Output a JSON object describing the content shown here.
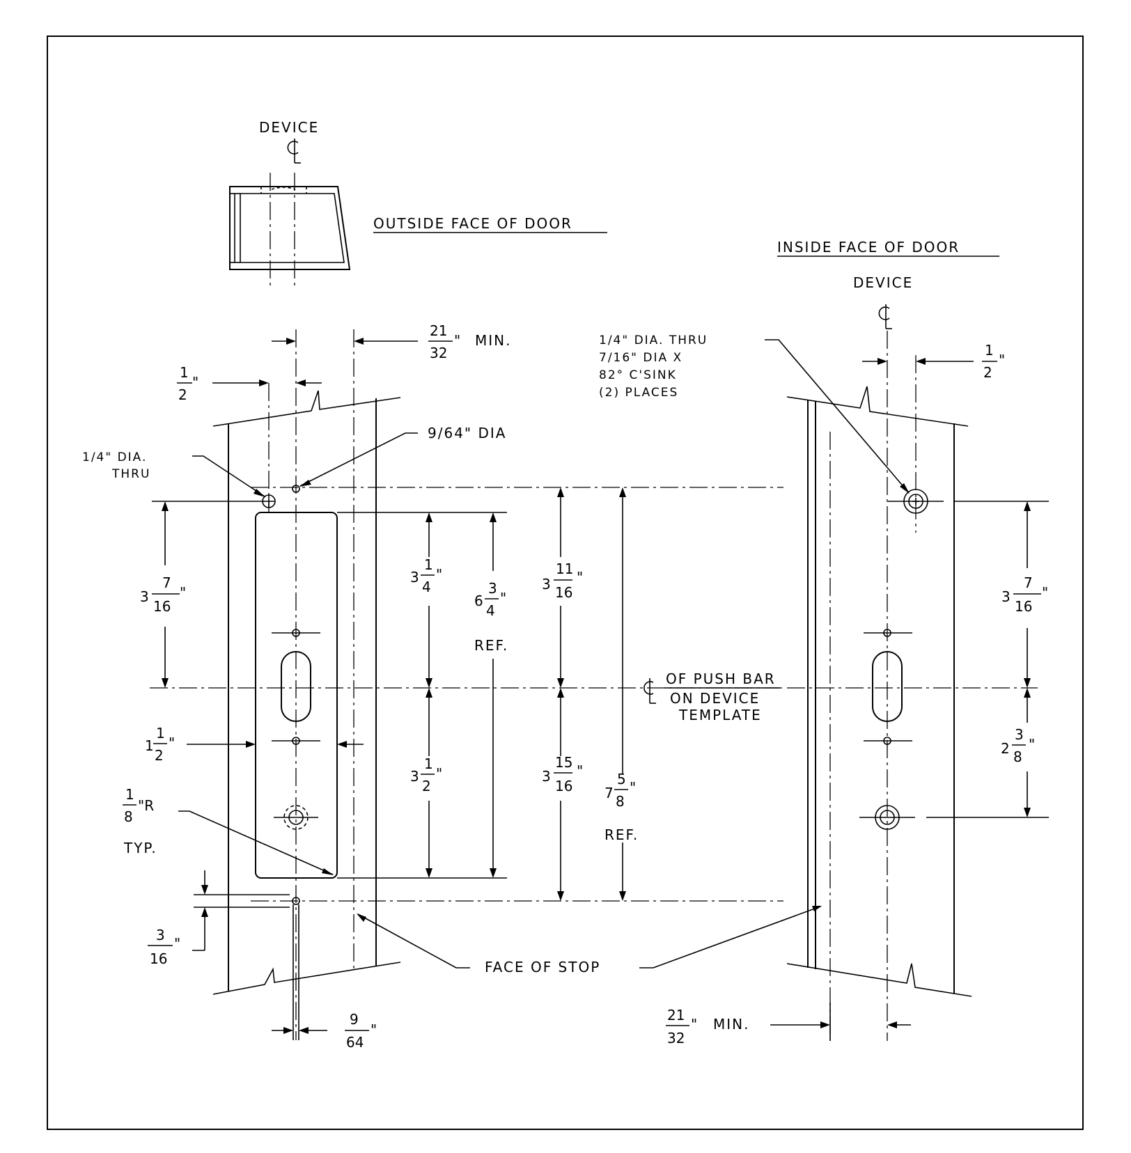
{
  "labels": {
    "device_top": "DEVICE",
    "device_right": "DEVICE",
    "outside_face": "OUTSIDE FACE OF DOOR",
    "inside_face": "INSIDE FACE OF DOOR",
    "quarter_dia_thru_l1": "1/4\" DIA.",
    "quarter_dia_thru_l2": "THRU",
    "nine_64_dia": "9/64\" DIA",
    "csink_l1": "1/4\" DIA. THRU",
    "csink_l2": "7/16\" DIA X",
    "csink_l3": "82° C'SINK",
    "csink_l4": "(2) PLACES",
    "push_bar_l1": "OF PUSH BAR",
    "push_bar_l2": "ON DEVICE",
    "push_bar_l3": "TEMPLATE",
    "face_of_stop": "FACE OF STOP",
    "ref_a": "REF.",
    "ref_b": "REF.",
    "typ": "TYP.",
    "min_a": "MIN.",
    "min_b": "MIN.",
    "radius_r": "\"R"
  },
  "dims": {
    "d21_32_top": {
      "num": "21",
      "den": "32",
      "unit": "\""
    },
    "d1_2_left": {
      "num": "1",
      "den": "2",
      "unit": "\""
    },
    "d1_2_right": {
      "num": "1",
      "den": "2",
      "unit": "\""
    },
    "d3_7_16_left": {
      "whole": "3",
      "num": "7",
      "den": "16",
      "unit": "\""
    },
    "d3_1_4": {
      "whole": "3",
      "num": "1",
      "den": "4",
      "unit": "\""
    },
    "d6_3_4": {
      "whole": "6",
      "num": "3",
      "den": "4",
      "unit": "\""
    },
    "d3_11_16": {
      "whole": "3",
      "num": "11",
      "den": "16",
      "unit": "\""
    },
    "d1_1_2": {
      "whole": "1",
      "num": "1",
      "den": "2",
      "unit": "\""
    },
    "d3_1_2": {
      "whole": "3",
      "num": "1",
      "den": "2",
      "unit": "\""
    },
    "d3_15_16": {
      "whole": "3",
      "num": "15",
      "den": "16",
      "unit": "\""
    },
    "d7_5_8": {
      "whole": "7",
      "num": "5",
      "den": "8",
      "unit": "\""
    },
    "d1_8": {
      "num": "1",
      "den": "8"
    },
    "d3_16": {
      "num": "3",
      "den": "16",
      "unit": "\""
    },
    "d9_64": {
      "num": "9",
      "den": "64",
      "unit": "\""
    },
    "d21_32_bottom": {
      "num": "21",
      "den": "32",
      "unit": "\""
    },
    "d3_7_16_right": {
      "whole": "3",
      "num": "7",
      "den": "16",
      "unit": "\""
    },
    "d2_3_8": {
      "whole": "2",
      "num": "3",
      "den": "8",
      "unit": "\""
    }
  }
}
